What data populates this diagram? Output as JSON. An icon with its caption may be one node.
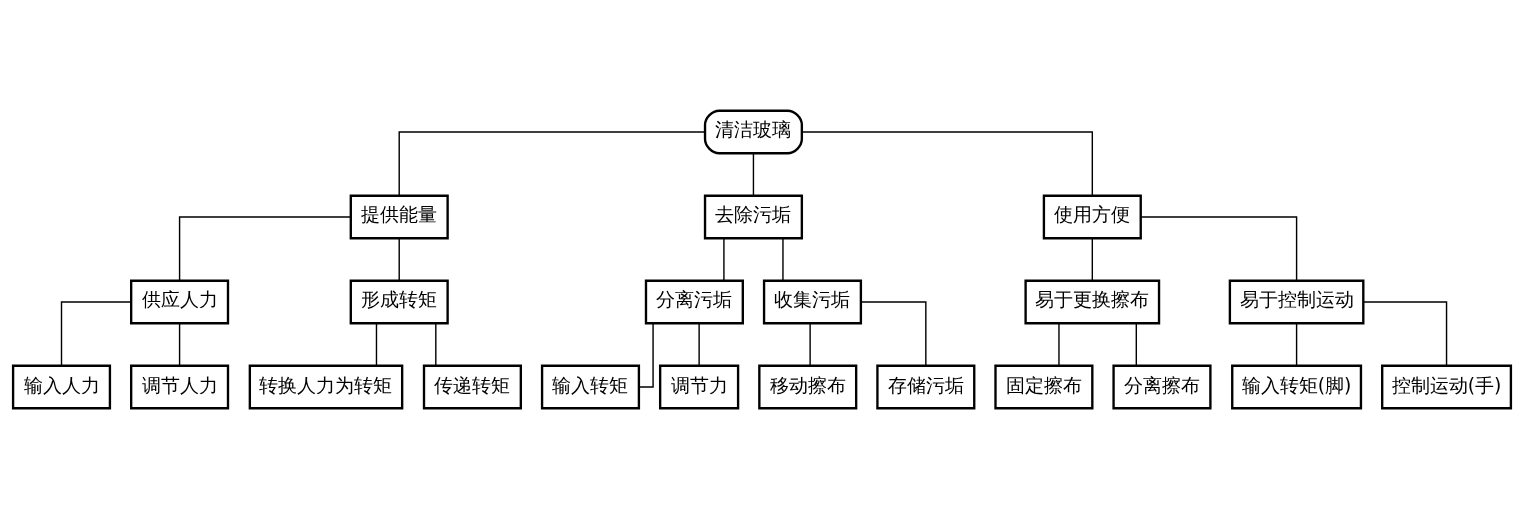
{
  "diagram": {
    "nodes": [
      {
        "text": [
          "清洁玻璃"
        ]
      },
      {
        "text": [
          "提供能量"
        ]
      },
      {
        "text": [
          "去除污垢"
        ]
      },
      {
        "text": [
          "使用方便"
        ]
      },
      {
        "text": [
          "供应人力"
        ]
      },
      {
        "text": [
          "形成转矩"
        ]
      },
      {
        "text": [
          "分离污垢"
        ]
      },
      {
        "text": [
          "收集污垢"
        ]
      },
      {
        "text": [
          "易于更换擦布"
        ]
      },
      {
        "text": [
          "易于控制运动"
        ]
      },
      {
        "text": [
          "输入人力"
        ]
      },
      {
        "text": [
          "调节人力"
        ]
      },
      {
        "text": [
          "转换人力为转矩"
        ]
      },
      {
        "text": [
          "传递转矩"
        ]
      },
      {
        "text": [
          "输入转矩"
        ]
      },
      {
        "text": [
          "调节力"
        ]
      },
      {
        "text": [
          "移动擦布"
        ]
      },
      {
        "text": [
          "存储污垢"
        ]
      },
      {
        "text": [
          "固定擦布"
        ]
      },
      {
        "text": [
          "分离擦布"
        ]
      },
      {
        "text": [
          "输入转矩(脚)"
        ]
      },
      {
        "text": [
          "控制运动(手)"
        ]
      }
    ],
    "edges": [
      {
        "from": 0,
        "to": 1,
        "arrow": "none"
      },
      {
        "from": 0,
        "to": 2,
        "arrow": "none"
      },
      {
        "from": 0,
        "to": 3,
        "arrow": "none"
      },
      {
        "from": 1,
        "to": 4,
        "arrow": "none"
      },
      {
        "from": 1,
        "to": 5,
        "arrow": "none"
      },
      {
        "from": 2,
        "to": 6,
        "arrow": "none"
      },
      {
        "from": 2,
        "to": 7,
        "arrow": "none"
      },
      {
        "from": 3,
        "to": 8,
        "arrow": "none"
      },
      {
        "from": 3,
        "to": 9,
        "arrow": "none"
      },
      {
        "from": 4,
        "to": 10,
        "arrow": "none"
      },
      {
        "from": 4,
        "to": 11,
        "arrow": "none"
      },
      {
        "from": 5,
        "to": 12,
        "arrow": "none"
      },
      {
        "from": 5,
        "to": 13,
        "arrow": "none"
      },
      {
        "from": 6,
        "to": 14,
        "arrow": "none"
      },
      {
        "from": 6,
        "to": 15,
        "arrow": "none"
      },
      {
        "from": 7,
        "to": 16,
        "arrow": "none"
      },
      {
        "from": 7,
        "to": 17,
        "arrow": "none"
      },
      {
        "from": 8,
        "to": 18,
        "arrow": "none"
      },
      {
        "from": 8,
        "to": 19,
        "arrow": "none"
      },
      {
        "from": 9,
        "to": 20,
        "arrow": "none"
      },
      {
        "from": 9,
        "to": 21,
        "arrow": "none"
      }
    ]
  }
}
